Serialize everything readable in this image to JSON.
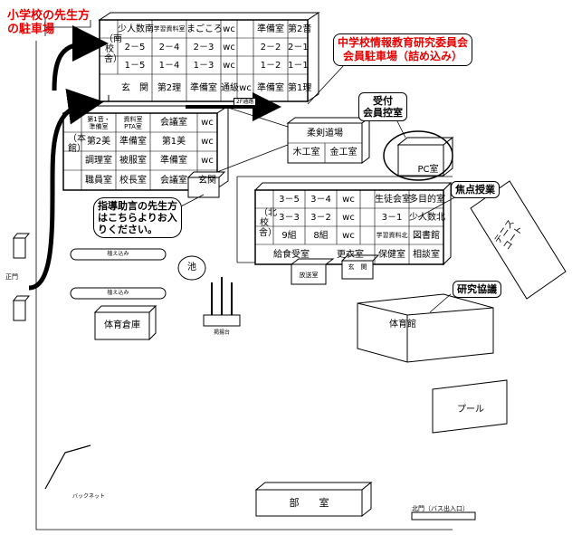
{
  "elementary_parking": "小学校の先生方\nの駐車場",
  "junior_parking": "中学校情報教育研究委員会\n会員駐車場（詰め込み）",
  "guidance_note": "指導助言の先生方\nはこちらよりお入\nりください。",
  "reception": "受付\n会員控室",
  "focus_class": "焦点授業",
  "research": "研究協議",
  "south_building": {
    "label": "（南校舎）",
    "row1": [
      "少人数南",
      "学習資料室",
      "まごころ",
      "wc",
      "",
      "準備室",
      "第2音"
    ],
    "row2": [
      "2－5",
      "2－4",
      "2－3",
      "wc",
      "",
      "2－2",
      "2－1"
    ],
    "row3": [
      "1－5",
      "1－4",
      "1－3",
      "wc",
      "",
      "1－2",
      "1－1"
    ],
    "row4": [
      "玄　関",
      "第2理",
      "準備室",
      "通級",
      "wc",
      "準備室",
      "第1理"
    ]
  },
  "passage_2f": "2F通路",
  "main_building": {
    "label": "（本館）",
    "rows": [
      [
        "第1音・\n準備室",
        "資料室\nPTA室",
        "会議室",
        "wc"
      ],
      [
        "第2美",
        "準備室",
        "第1美",
        "wc"
      ],
      [
        "調理室",
        "被服室",
        "準備室",
        "wc"
      ],
      [
        "職員室",
        "校長室",
        "会議室",
        "玄関"
      ]
    ]
  },
  "judo_hall": "柔剣道場",
  "wood_shop": "木工室",
  "metal_shop": "金工室",
  "pc_room": "PC室",
  "north_building": {
    "label": "（北校舎）",
    "row1": [
      "3－5",
      "3－4",
      "wc",
      "",
      "生徒会室",
      "多目的室"
    ],
    "row2": [
      "3－3",
      "3－2",
      "wc",
      "",
      "3－1",
      "少人数北"
    ],
    "row3": [
      "9組",
      "8組",
      "wc",
      "",
      "学習資料北",
      "図書館"
    ],
    "row4": [
      "給食受室",
      "",
      "更衣室",
      "",
      "保健室",
      "相談室"
    ]
  },
  "broadcast_room": "放送室",
  "north_entrance": "玄　関",
  "tennis": "テニス\nコート",
  "gym": "体育館",
  "pool": "プール",
  "club_room": "部　　室",
  "north_gate": "北門（バス出入口）",
  "main_gate": "正門",
  "planting1": "植え込み",
  "planting2": "植え込み",
  "pond": "池",
  "sports_storage": "体育倉庫",
  "flag_stand": "掲揚台",
  "backnet": "バックネット"
}
